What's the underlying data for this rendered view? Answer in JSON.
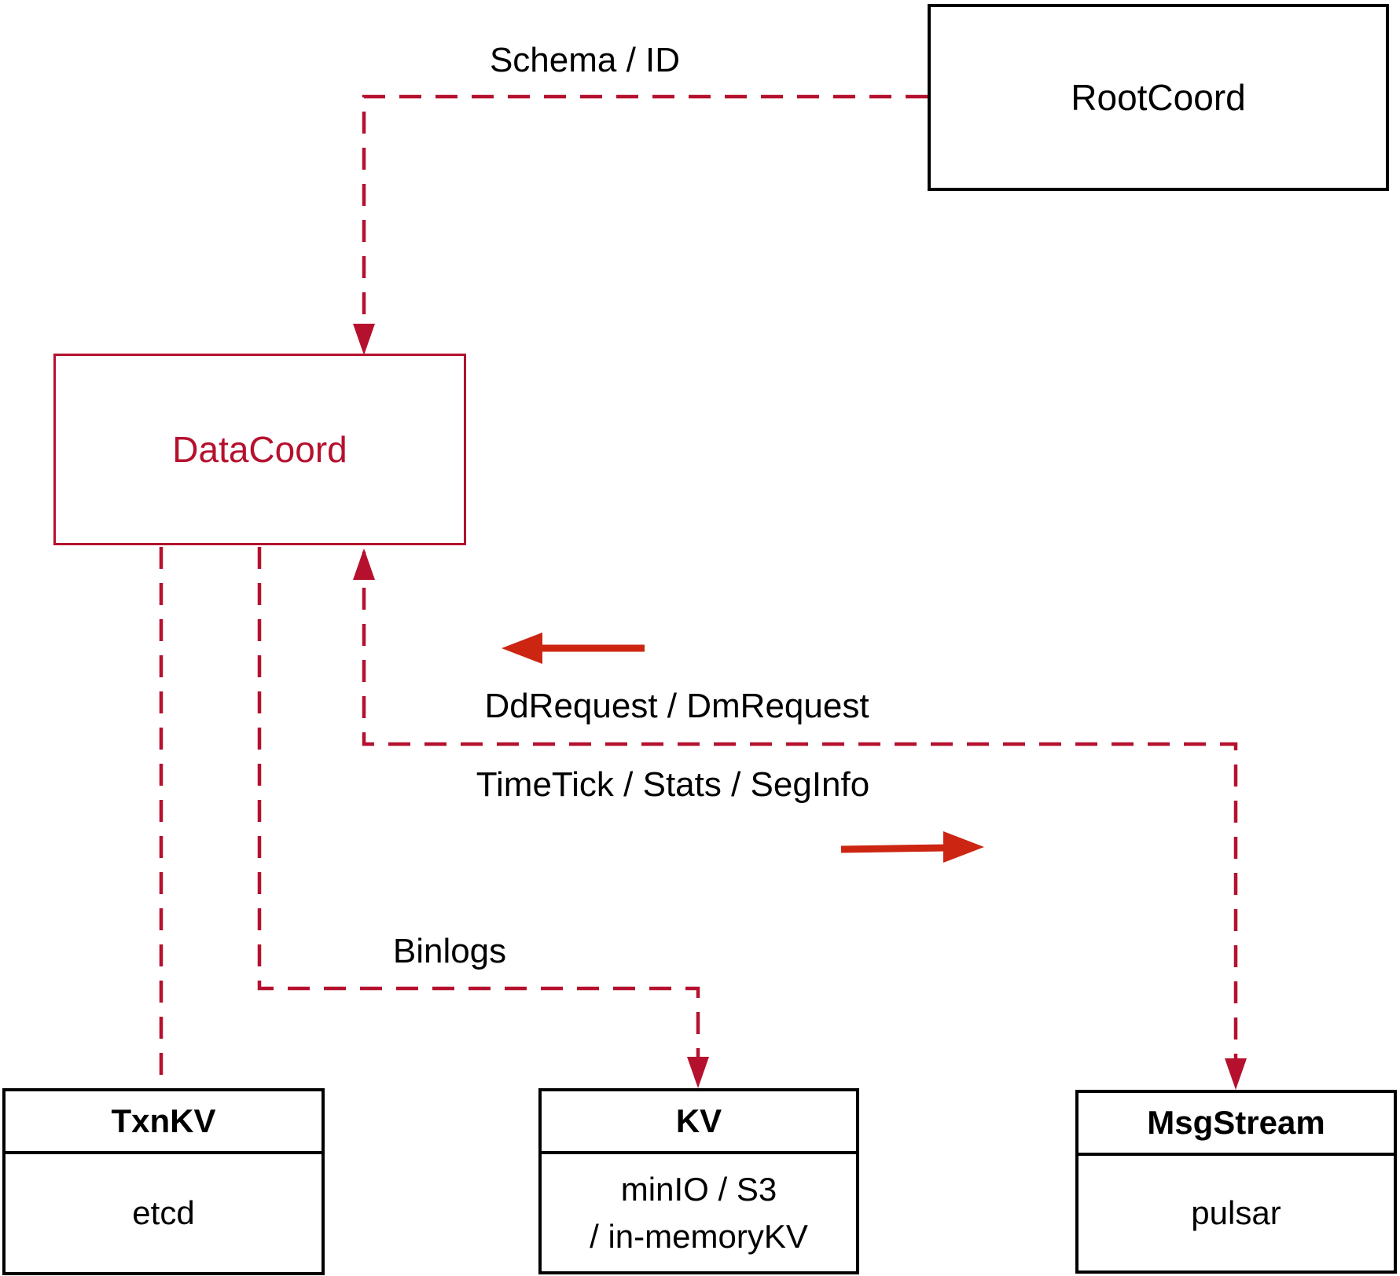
{
  "colors": {
    "crimson": "#b5112e",
    "arrow-red": "#cc2512",
    "border-black": "#000000",
    "text-black": "#000000",
    "background": "#ffffff"
  },
  "nodes": {
    "rootcoord": {
      "label": "RootCoord"
    },
    "datacoord": {
      "label": "DataCoord"
    },
    "txnkv": {
      "title": "TxnKV",
      "body": "etcd"
    },
    "kv": {
      "title": "KV",
      "body_line1": "minIO / S3",
      "body_line2": "/ in-memoryKV"
    },
    "msgstream": {
      "title": "MsgStream",
      "body": "pulsar"
    }
  },
  "edge_labels": {
    "schema_id": "Schema / ID",
    "dd_dm_request": "DdRequest / DmRequest",
    "timetick_stats_seginfo": "TimeTick / Stats / SegInfo",
    "binlogs": "Binlogs"
  }
}
